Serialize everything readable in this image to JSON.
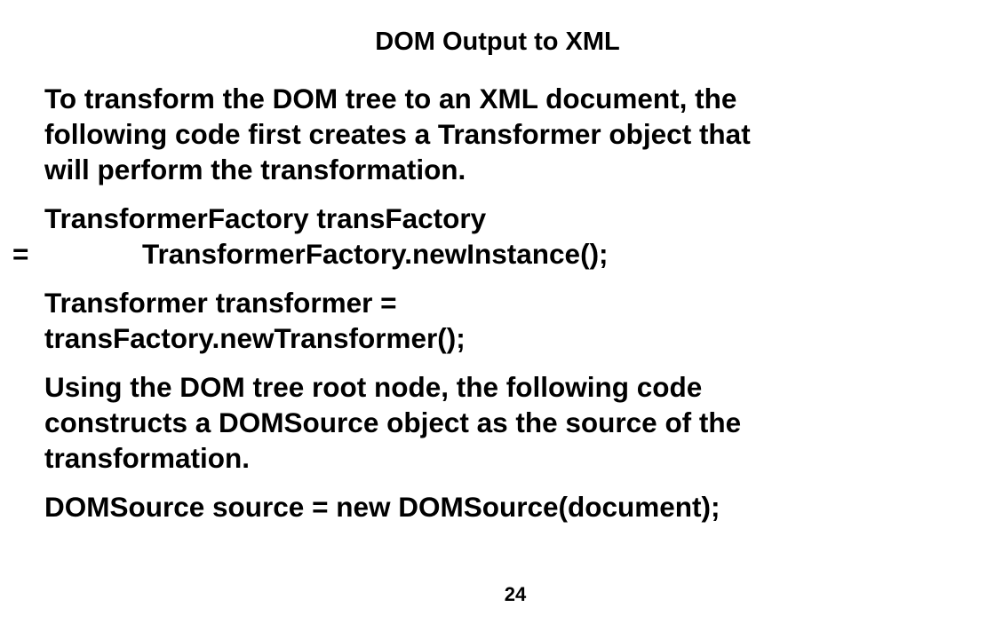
{
  "slide": {
    "title": "DOM Output to XML",
    "paragraphs": [
      {
        "lines": [
          "To transform the DOM tree to an XML document, the",
          "following code first creates a Transformer object that",
          "will perform the transformation."
        ]
      },
      {
        "line1": "TransformerFactory transFactory",
        "eq": "=",
        "code": "TransformerFactory.newInstance();"
      },
      {
        "lines": [
          "Transformer transformer =",
          "transFactory.newTransformer();"
        ]
      },
      {
        "lines": [
          "Using the DOM tree root node, the following code",
          "constructs a DOMSource object as the source of the",
          "transformation."
        ]
      },
      {
        "lines": [
          "DOMSource source = new DOMSource(document);"
        ]
      }
    ],
    "page_number": "24"
  }
}
